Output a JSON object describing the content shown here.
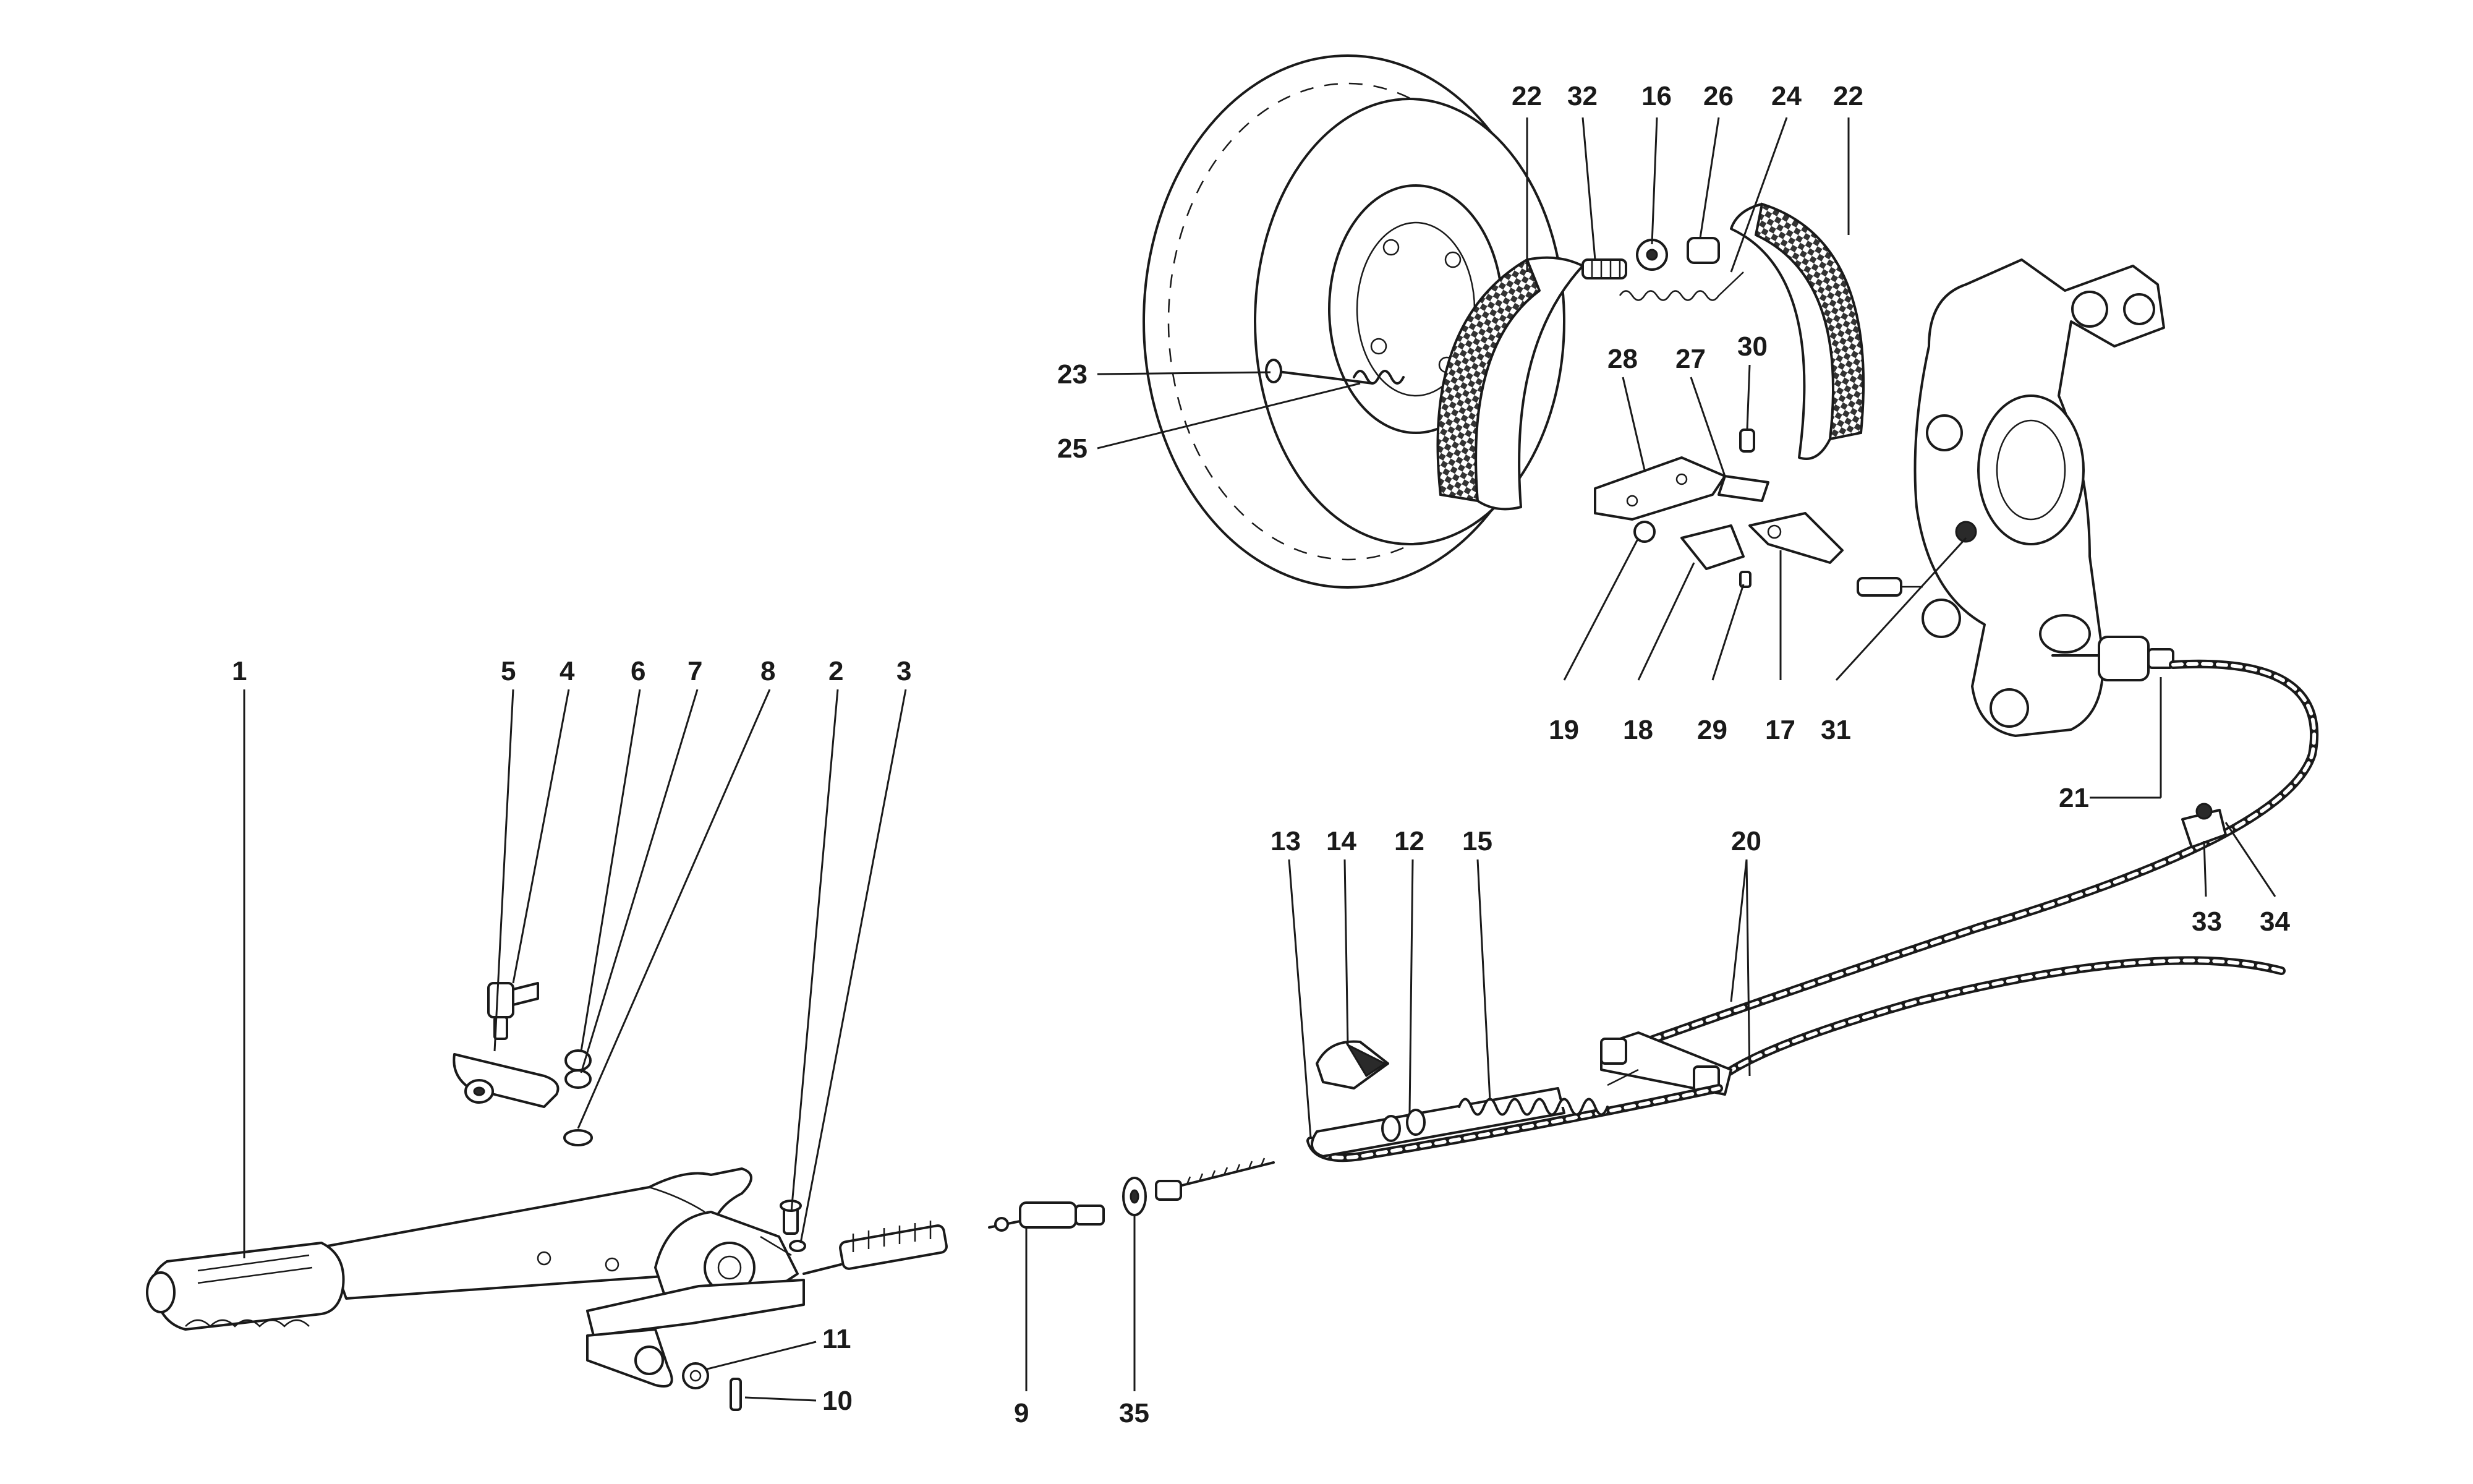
{
  "callouts": [
    {
      "id": "1",
      "label": "1"
    },
    {
      "id": "2",
      "label": "2"
    },
    {
      "id": "3",
      "label": "3"
    },
    {
      "id": "4",
      "label": "4"
    },
    {
      "id": "5",
      "label": "5"
    },
    {
      "id": "6",
      "label": "6"
    },
    {
      "id": "7",
      "label": "7"
    },
    {
      "id": "8",
      "label": "8"
    },
    {
      "id": "9",
      "label": "9"
    },
    {
      "id": "10",
      "label": "10"
    },
    {
      "id": "11",
      "label": "11"
    },
    {
      "id": "12",
      "label": "12"
    },
    {
      "id": "13",
      "label": "13"
    },
    {
      "id": "14",
      "label": "14"
    },
    {
      "id": "15",
      "label": "15"
    },
    {
      "id": "16",
      "label": "16"
    },
    {
      "id": "17",
      "label": "17"
    },
    {
      "id": "18",
      "label": "18"
    },
    {
      "id": "19",
      "label": "19"
    },
    {
      "id": "20",
      "label": "20"
    },
    {
      "id": "21",
      "label": "21"
    },
    {
      "id": "22a",
      "label": "22"
    },
    {
      "id": "22b",
      "label": "22"
    },
    {
      "id": "23",
      "label": "23"
    },
    {
      "id": "24",
      "label": "24"
    },
    {
      "id": "25",
      "label": "25"
    },
    {
      "id": "26",
      "label": "26"
    },
    {
      "id": "27",
      "label": "27"
    },
    {
      "id": "28",
      "label": "28"
    },
    {
      "id": "29",
      "label": "29"
    },
    {
      "id": "30",
      "label": "30"
    },
    {
      "id": "31",
      "label": "31"
    },
    {
      "id": "32",
      "label": "32"
    },
    {
      "id": "33",
      "label": "33"
    },
    {
      "id": "34",
      "label": "34"
    },
    {
      "id": "35",
      "label": "35"
    }
  ],
  "colors": {
    "ink": "#1a1a1a",
    "paper": "#ffffff"
  }
}
